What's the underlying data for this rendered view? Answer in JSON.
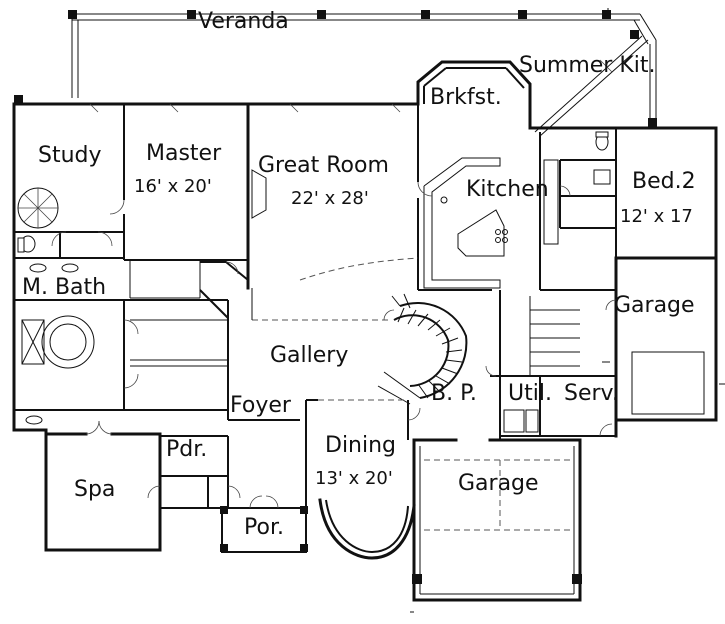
{
  "rooms": {
    "veranda": "Veranda",
    "summer_kitchen": "Summer Kit.",
    "breakfast": "Brkfst.",
    "study": "Study",
    "master": "Master",
    "master_size": "16' x 20'",
    "great_room": "Great Room",
    "great_room_size": "22' x 28'",
    "kitchen": "Kitchen",
    "bed2": "Bed.2",
    "bed2_size": "12' x 17",
    "master_bath": "M. Bath",
    "garage_side": "Garage",
    "gallery": "Gallery",
    "foyer": "Foyer",
    "bp": "B. P.",
    "utility": "Util.",
    "service": "Serv.",
    "powder": "Pdr.",
    "dining": "Dining",
    "dining_size": "13' x 20'",
    "garage_main": "Garage",
    "spa": "Spa",
    "porch": "Por."
  }
}
